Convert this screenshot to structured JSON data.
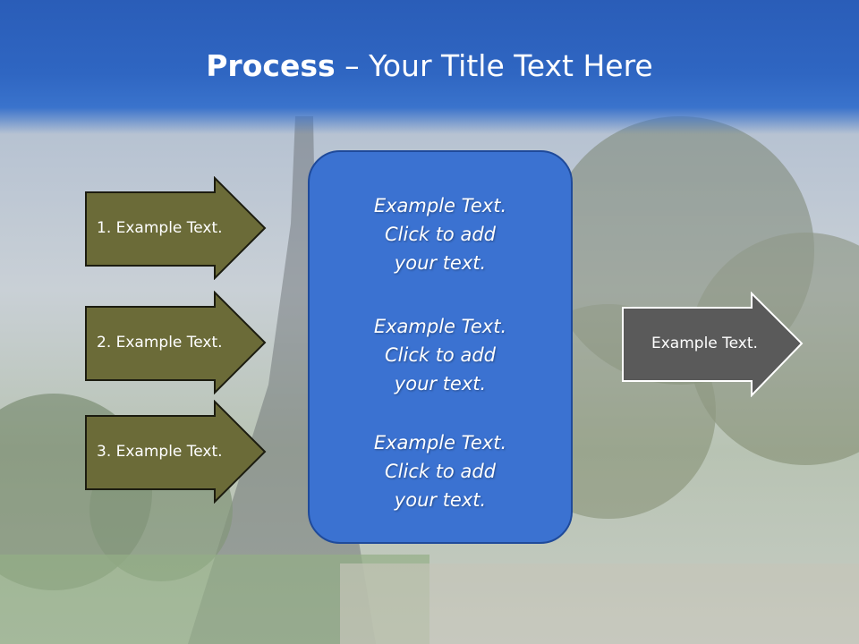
{
  "slide": {
    "title_bold": "Process",
    "title_rest": " – Your Title Text Here"
  },
  "left_arrows": [
    {
      "label": "1. Example Text."
    },
    {
      "label": "2. Example Text."
    },
    {
      "label": "3. Example Text."
    }
  ],
  "center_box": {
    "blocks": [
      {
        "line1": "Example Text.",
        "line2": "Click  to add",
        "line3": "your text."
      },
      {
        "line1": "Example Text.",
        "line2": "Click  to add",
        "line3": "your text."
      },
      {
        "line1": "Example Text.",
        "line2": "Click  to add",
        "line3": "your text."
      }
    ]
  },
  "right_arrow": {
    "label": "Example Text."
  },
  "colors": {
    "header": "#2f66c2",
    "left_arrow_fill": "#6b6b38",
    "center_fill": "#3b72d1",
    "right_arrow_fill": "#5a5a5a"
  }
}
